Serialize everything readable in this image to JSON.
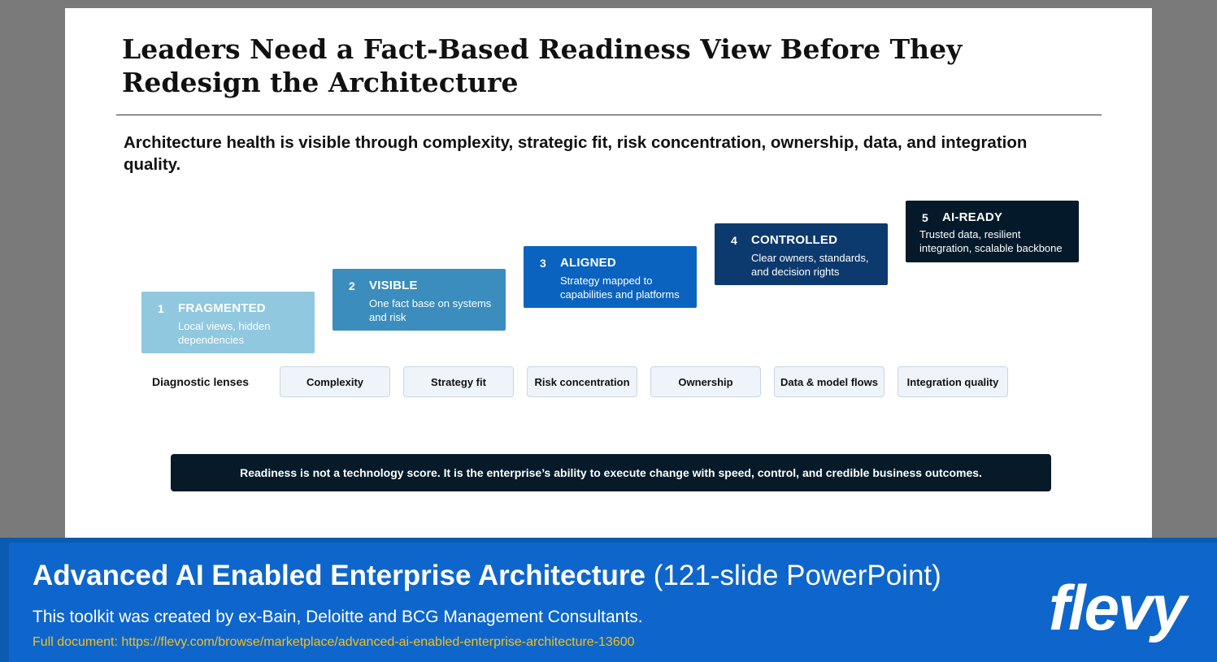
{
  "slide": {
    "title": "Leaders Need a Fact-Based Readiness View Before They Redesign the Architecture",
    "subtitle": "Architecture health is visible through complexity, strategic fit, risk concentration, ownership, data, and integration quality."
  },
  "steps": [
    {
      "num": "1",
      "title": "FRAGMENTED",
      "desc": "Local views, hidden dependencies",
      "color": "#90c8e0"
    },
    {
      "num": "2",
      "title": "VISIBLE",
      "desc": "One fact base on systems and risk",
      "color": "#3a8dbd"
    },
    {
      "num": "3",
      "title": "ALIGNED",
      "desc": "Strategy mapped to capabilities and platforms",
      "color": "#0a63be"
    },
    {
      "num": "4",
      "title": "CONTROLLED",
      "desc": "Clear owners, standards, and decision rights",
      "color": "#0c3a6e"
    },
    {
      "num": "5",
      "title": "AI-READY",
      "desc": "Trusted data, resilient integration, scalable backbone",
      "color": "#041a2a"
    }
  ],
  "lenses": {
    "label": "Diagnostic lenses",
    "items": [
      "Complexity",
      "Strategy fit",
      "Risk concentration",
      "Ownership",
      "Data & model flows",
      "Integration quality"
    ]
  },
  "callout": "Readiness is not a technology score. It is the enterprise’s ability to execute change with speed, control, and credible business outcomes.",
  "banner": {
    "title_bold": "Advanced AI Enabled Enterprise Architecture",
    "title_light": "(121-slide PowerPoint)",
    "subtitle": "This toolkit was created by ex-Bain, Deloitte and BCG Management Consultants.",
    "link": "Full document: https://flevy.com/browse/marketplace/advanced-ai-enabled-enterprise-architecture-13600",
    "logo": "flevy"
  }
}
